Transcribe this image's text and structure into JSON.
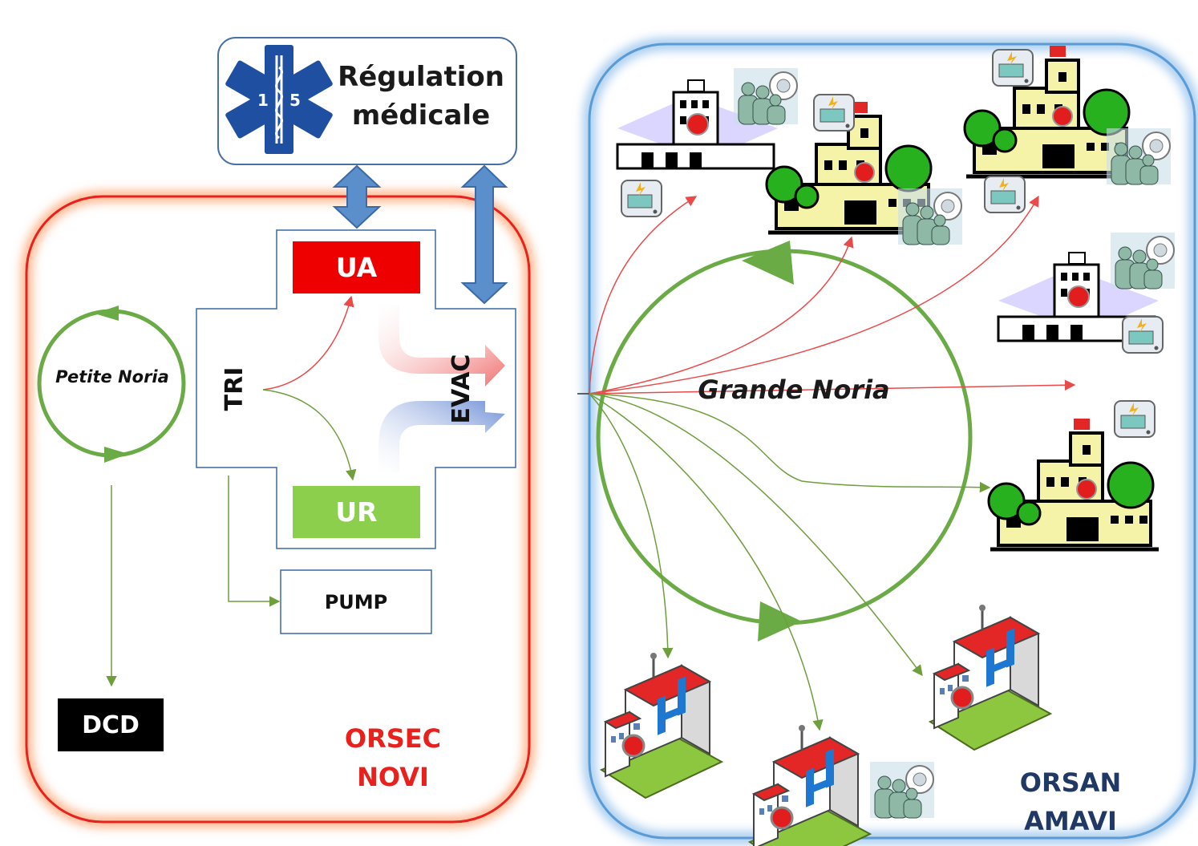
{
  "regulation": {
    "line1": "Régulation",
    "line2": "médicale",
    "star_digit_left": "1",
    "star_digit_right": "5"
  },
  "novi": {
    "ua": "UA",
    "ur": "UR",
    "tri": "TRI",
    "evac": "EVAC",
    "pump": "PUMP",
    "dcd": "DCD",
    "petite_noria": "Petite Noria",
    "plan_line1": "ORSEC",
    "plan_line2": "NOVI"
  },
  "amavi": {
    "grande_noria": "Grande Noria",
    "plan_line1": "ORSAN",
    "plan_line2": "AMAVI",
    "hospital_sign": "H"
  },
  "colors": {
    "novi_frame": "#e8211c",
    "amavi_frame": "#5b9bd5",
    "ua": "#ee0000",
    "ur": "#8ccf4d",
    "noria": "#6aab45",
    "urgent_arrow": "#e94a4a",
    "relative_arrow": "#6f9e3d",
    "link_arrow": "#5b8fcb"
  }
}
